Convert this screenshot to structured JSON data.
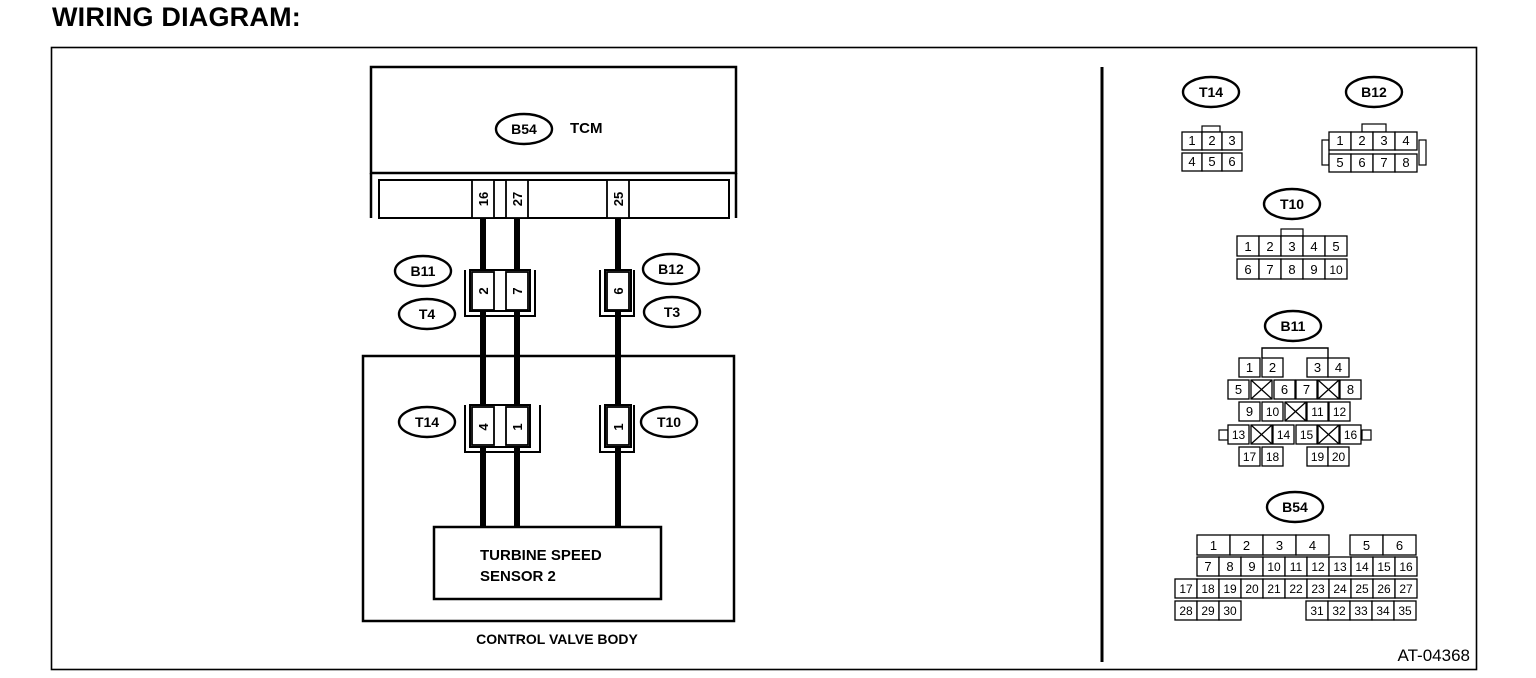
{
  "heading": "WIRING DIAGRAM:",
  "figure_code": "AT-04368",
  "tcm": {
    "connector": "B54",
    "label": "TCM",
    "pins": [
      "16",
      "27",
      "25"
    ]
  },
  "junction_left": {
    "upper_connector": "B11",
    "lower_connector": "T4",
    "pins": [
      "2",
      "7"
    ]
  },
  "junction_right": {
    "upper_connector": "B12",
    "lower_connector": "T3",
    "pins": [
      "6"
    ]
  },
  "valve_body": {
    "label": "CONTROL VALVE BODY",
    "left_connector": "T14",
    "left_pins": [
      "4",
      "1"
    ],
    "right_connector": "T10",
    "right_pins": [
      "1"
    ],
    "sensor_line1": "TURBINE SPEED",
    "sensor_line2": "SENSOR 2"
  },
  "connector_views": {
    "t14": {
      "name": "T14",
      "row1": [
        "1",
        "2",
        "3"
      ],
      "row2": [
        "4",
        "5",
        "6"
      ]
    },
    "b12": {
      "name": "B12",
      "row1": [
        "1",
        "2",
        "3",
        "4"
      ],
      "row2": [
        "5",
        "6",
        "7",
        "8"
      ]
    },
    "t10": {
      "name": "T10",
      "row1": [
        "1",
        "2",
        "3",
        "4",
        "5"
      ],
      "row2": [
        "6",
        "7",
        "8",
        "9",
        "10"
      ]
    },
    "b11": {
      "name": "B11",
      "row1": [
        "1",
        "2",
        "3",
        "4"
      ],
      "row2": [
        "5",
        "6",
        "7",
        "8"
      ],
      "row3": [
        "9",
        "10",
        "11",
        "12"
      ],
      "row4": [
        "13",
        "14",
        "15",
        "16"
      ],
      "row5": [
        "17",
        "18",
        "19",
        "20"
      ]
    },
    "b54": {
      "name": "B54",
      "row1": [
        "1",
        "2",
        "3",
        "4",
        "5",
        "6"
      ],
      "row2": [
        "7",
        "8",
        "9",
        "10",
        "11",
        "12",
        "13",
        "14",
        "15",
        "16"
      ],
      "row3": [
        "17",
        "18",
        "19",
        "20",
        "21",
        "22",
        "23",
        "24",
        "25",
        "26",
        "27"
      ],
      "row4": [
        "28",
        "29",
        "30",
        "31",
        "32",
        "33",
        "34",
        "35"
      ]
    }
  }
}
